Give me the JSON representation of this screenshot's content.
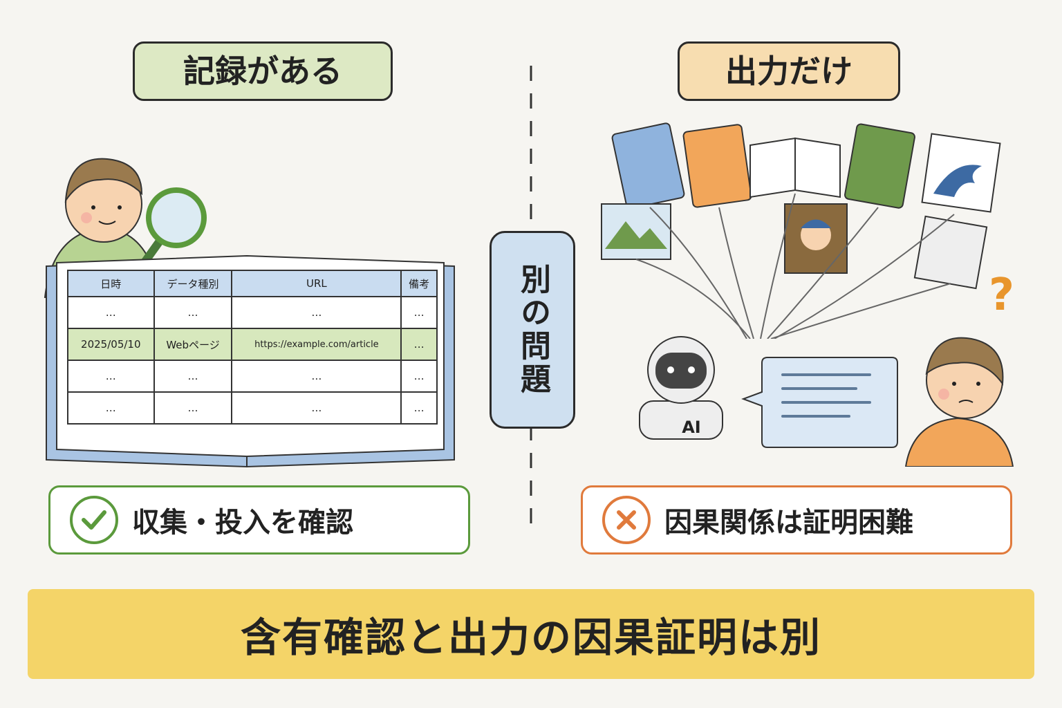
{
  "left_title": "記録がある",
  "right_title": "出力だけ",
  "center_label": "別の問題",
  "left_result": "収集・投入を確認",
  "right_result": "因果関係は証明困難",
  "banner": "含有確認と出力の因果証明は別",
  "table": {
    "headers": [
      "日時",
      "データ種別",
      "URL",
      "備考"
    ],
    "rows": [
      [
        "…",
        "…",
        "…",
        "…"
      ],
      [
        "2025/05/10",
        "Webページ",
        "https://example.com/article",
        "…"
      ],
      [
        "…",
        "…",
        "…",
        "…"
      ],
      [
        "…",
        "…",
        "…",
        "…"
      ]
    ]
  },
  "robot_label": "AI",
  "question_mark": "?",
  "colors": {
    "left_accent": "#5b9a3c",
    "right_accent": "#e07a3c",
    "banner": "#f4d468",
    "center_pill": "#cfe0f0"
  },
  "icons": [
    "magnifier-icon",
    "check-icon",
    "cross-icon",
    "book-icon",
    "painting-icon",
    "robot-icon",
    "speech-bubble-icon"
  ]
}
